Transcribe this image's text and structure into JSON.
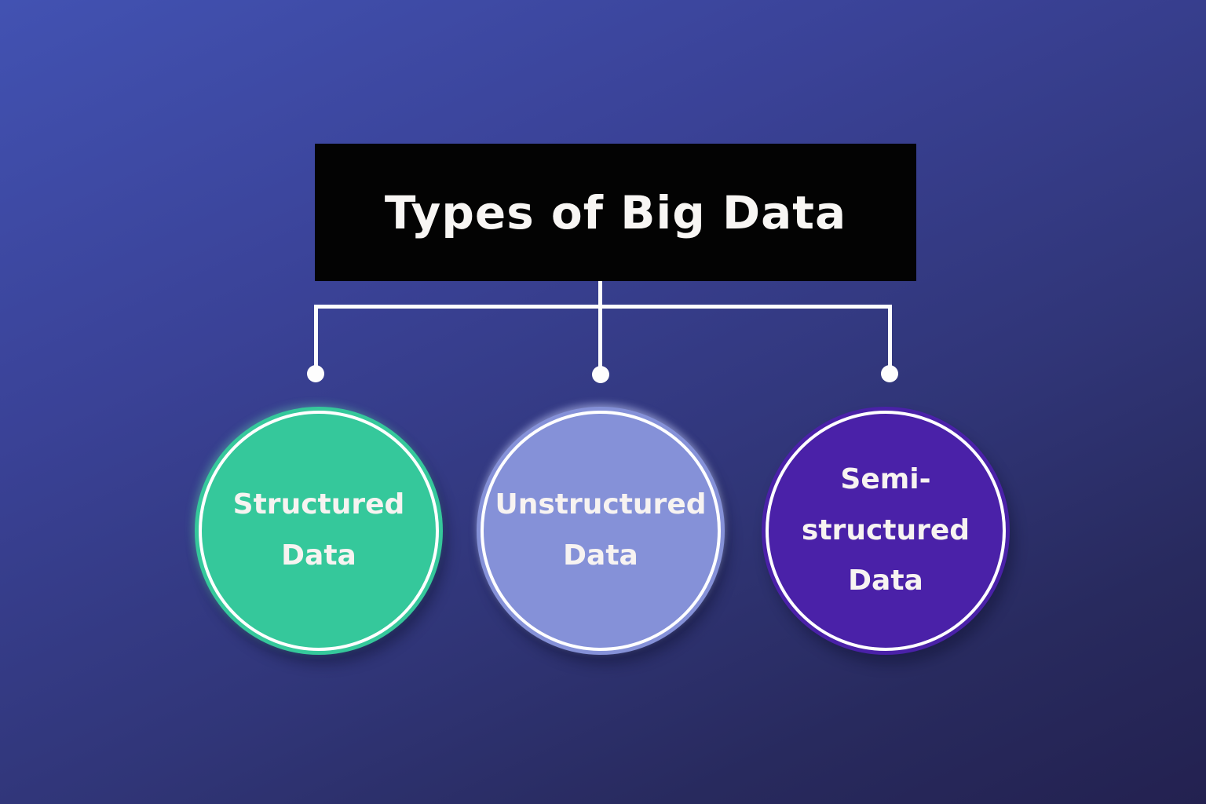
{
  "diagram": {
    "root_label": "Types of Big Data",
    "children": [
      {
        "label": "Structured Data",
        "lines": [
          "Structured",
          "Data"
        ],
        "fill": "#35c89b"
      },
      {
        "label": "Unstructured Data",
        "lines": [
          "Unstructured",
          "Data"
        ],
        "fill": "#8591d8"
      },
      {
        "label": "Semi-structured Data",
        "lines": [
          "Semi-",
          "structured",
          "Data"
        ],
        "fill": "#4a21a8"
      }
    ]
  },
  "colors": {
    "background_top_left": "#4252b2",
    "background_bottom_right": "#232150",
    "title_box_background": "#030303",
    "title_text": "#f8f6f4",
    "connector": "#fdfdfd",
    "node_ring": "#ffffff",
    "node_text": "#f7f3f1"
  }
}
